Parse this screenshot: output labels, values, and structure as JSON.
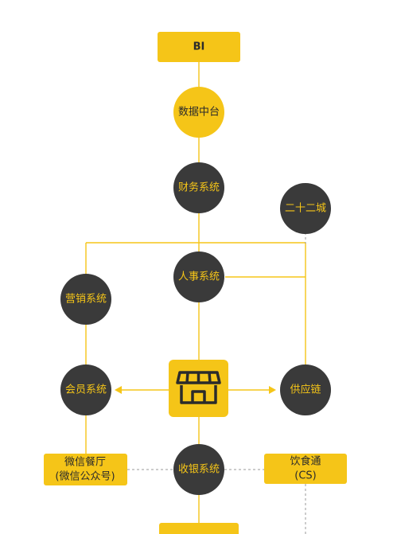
{
  "colors": {
    "accent": "#F5C518",
    "dark": "#3a3a3a",
    "line": "#F5C518",
    "dashed": "#9a9a9a"
  },
  "nodes": {
    "bi": "BI",
    "data_center": "数据中台",
    "finance": "财务系统",
    "erchengcheng": "二十二城",
    "hr": "人事系统",
    "marketing": "营销系统",
    "member": "会员系统",
    "store_icon": "store-icon",
    "supply_chain": "供应链",
    "wechat_line1": "微信餐厅",
    "wechat_line2": "(微信公众号)",
    "pos": "收银系统",
    "yinshitong_line1": "饮食通",
    "yinshitong_line2": "(CS)"
  }
}
